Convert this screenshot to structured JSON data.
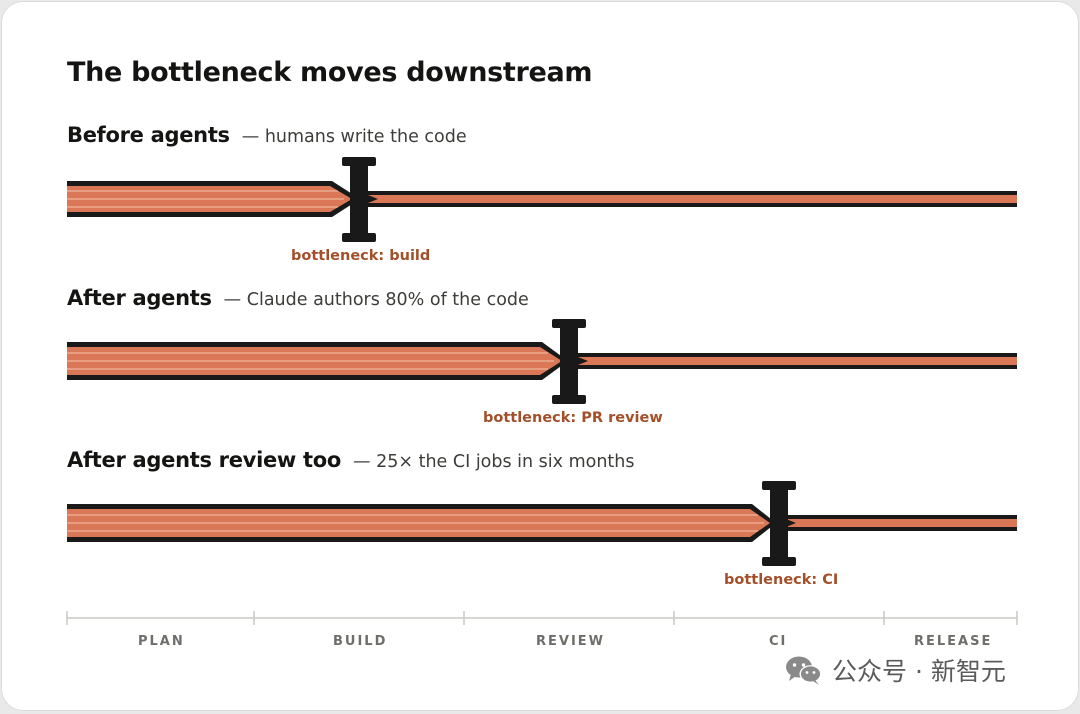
{
  "title": "The bottleneck moves downstream",
  "rows": [
    {
      "title": "Before agents",
      "subtitle": "— humans write the code",
      "bottleneck_label": "bottleneck: build",
      "bottleneck_stage": "BUILD"
    },
    {
      "title": "After agents",
      "subtitle": "— Claude authors 80% of the code",
      "bottleneck_label": "bottleneck: PR review",
      "bottleneck_stage": "REVIEW"
    },
    {
      "title": "After agents review too",
      "subtitle": "— 25× the CI jobs in six months",
      "bottleneck_label": "bottleneck: CI",
      "bottleneck_stage": "CI"
    }
  ],
  "stages": [
    "PLAN",
    "BUILD",
    "REVIEW",
    "CI",
    "RELEASE"
  ],
  "colors": {
    "pipe_fill": "#d97757",
    "pipe_outline": "#191919",
    "clamp": "#191919",
    "label": "#a3502a",
    "axis": "#c8c8c4"
  },
  "watermark": {
    "icon": "wechat-icon",
    "text": "公众号 · 新智元"
  }
}
